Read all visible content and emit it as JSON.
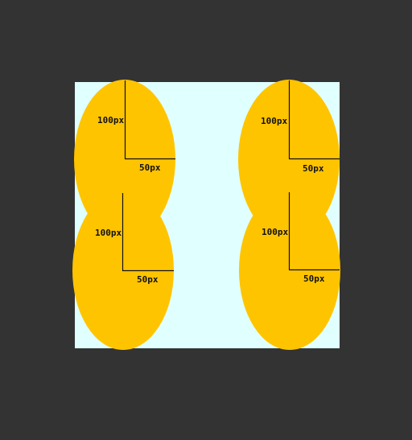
{
  "colors": {
    "page_background": "#333333",
    "box_fill": "#e0ffff",
    "ellipse_fill": "#ffc400",
    "guide_line": "#111111",
    "label_text": "#111111"
  },
  "radius_labels": {
    "top_left": {
      "vertical": "100px",
      "horizontal": "50px"
    },
    "top_right": {
      "vertical": "100px",
      "horizontal": "50px"
    },
    "bottom_left": {
      "vertical": "100px",
      "horizontal": "50px"
    },
    "bottom_right": {
      "vertical": "100px",
      "horizontal": "50px"
    }
  }
}
